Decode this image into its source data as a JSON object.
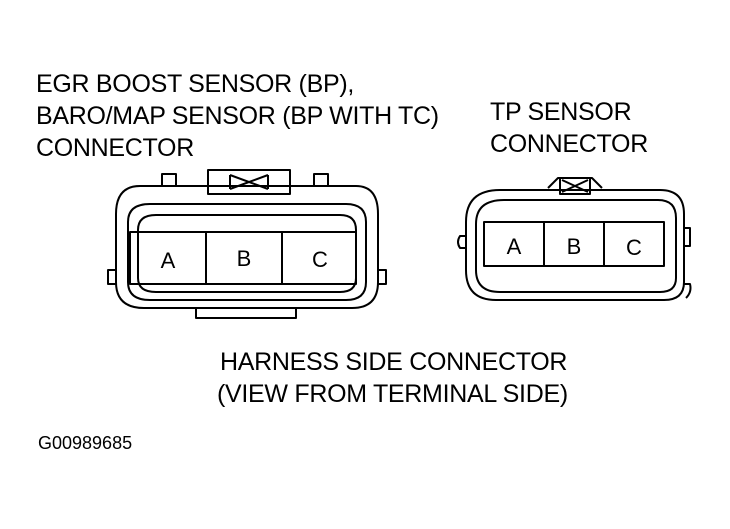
{
  "left_connector": {
    "title_lines": [
      "EGR BOOST SENSOR (BP),",
      "BARO/MAP SENSOR (BP WITH TC)",
      "CONNECTOR"
    ],
    "terminals": [
      "A",
      "B",
      "C"
    ]
  },
  "right_connector": {
    "title_lines": [
      "TP SENSOR",
      "CONNECTOR"
    ],
    "terminals": [
      "A",
      "B",
      "C"
    ]
  },
  "caption_lines": [
    "HARNESS SIDE CONNECTOR",
    "(VIEW FROM TERMINAL SIDE)"
  ],
  "figure_id": "G00989685"
}
